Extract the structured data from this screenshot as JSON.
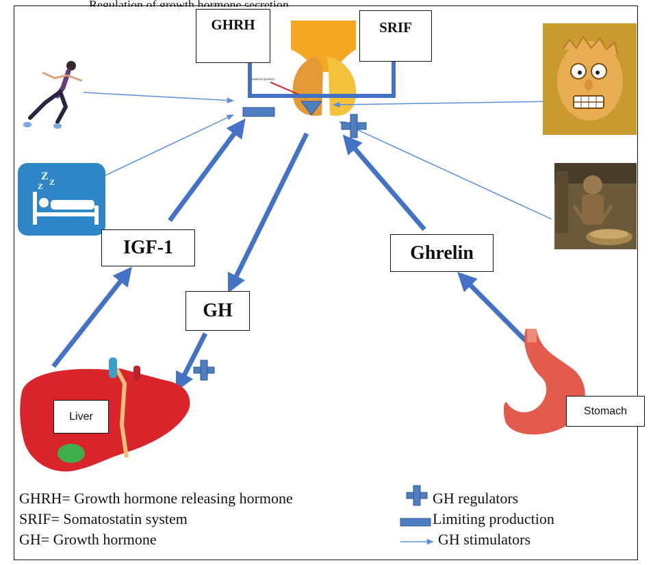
{
  "top_caption": "Regulation of growth hormone secretion",
  "hormones": {
    "ghrh": "GHRH",
    "srif": "SRIF",
    "igf1": "IGF-1",
    "gh": "GH",
    "ghrelin": "Ghrelin"
  },
  "organs": {
    "liver": "Liver",
    "stomach": "Stomach",
    "pituitary_tiny_label": "anterior pituitary"
  },
  "legend_definitions": [
    "GHRH= Growth hormone releasing hormone",
    "SRIF= Somatostatin system",
    "GH= Growth hormone"
  ],
  "legend_symbols": {
    "plus": "GH regulators",
    "minus": "Limiting production",
    "arrow": "GH stimulators"
  },
  "colors": {
    "arrow_blue": "#4472c4",
    "thin_arrow": "#5b8fd6",
    "sign_blue": "#4f7ebf",
    "sleep_icon_bg": "#2f86c6",
    "pituitary_orange": "#f5a623",
    "liver_red": "#d9242b",
    "stomach_red": "#e25b4c"
  },
  "icons": {
    "runner": "runner-icon",
    "sleep": "sleep-icon",
    "stress": "stress-face-icon",
    "starvation": "starvation-figure-icon"
  }
}
